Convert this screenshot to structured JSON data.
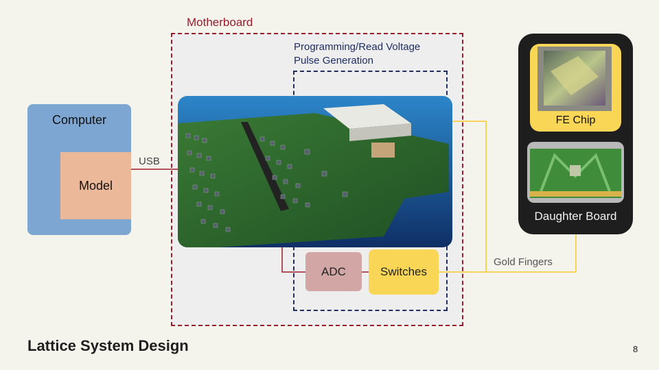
{
  "title": "Lattice System Design",
  "page_number": "8",
  "motherboard": {
    "label": "Motherboard",
    "programming_label_line1": "Programming/Read Voltage",
    "programming_label_line2": "Pulse Generation",
    "adc_label": "ADC",
    "switches_label": "Switches"
  },
  "computer": {
    "label": "Computer",
    "model_label": "Model"
  },
  "connections": {
    "usb_label": "USB",
    "gold_fingers_label": "Gold Fingers"
  },
  "daughter_panel": {
    "fe_chip_label": "FE Chip",
    "daughter_board_label": "Daughter Board"
  },
  "colors": {
    "motherboard_border": "#9b1c2c",
    "programming_border": "#1f2d63",
    "computer_fill": "#7ea6d3",
    "model_fill": "#ebb89a",
    "adc_fill": "#d1a6a5",
    "switches_fill": "#f9d655",
    "gold_line": "#f7d35a",
    "panel_fill": "#1e1e1e"
  }
}
